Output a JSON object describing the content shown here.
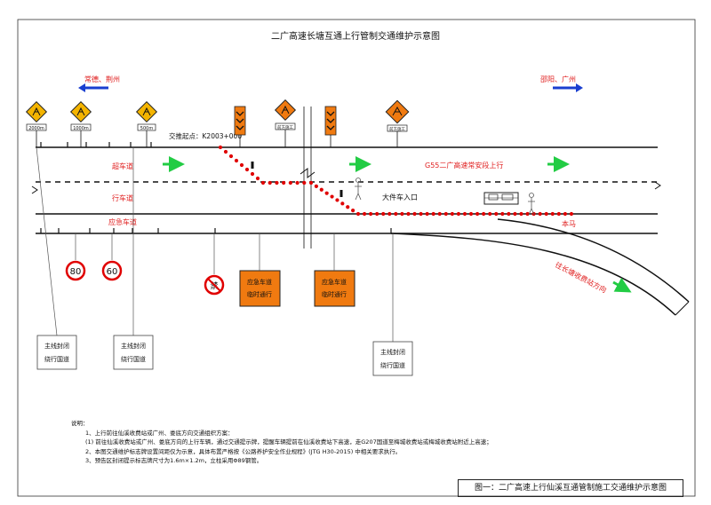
{
  "title": "二广高速长塘互通上行管制交通维护示意图",
  "directions": {
    "left": "常德、荆州",
    "right": "邵阳、广州"
  },
  "colors": {
    "direction_red": "#e02020",
    "direction_arrow_blue": "#1a3fd0",
    "cone_red": "#e00000",
    "flow_arrow_green": "#22cc44",
    "sign_orange": "#f07a10",
    "sign_yellow": "#f4b400",
    "lane_label_red": "#e02020"
  },
  "signs": {
    "distance": [
      "2000m",
      "1000m",
      "500m"
    ],
    "small_board_left": "前方施工",
    "small_board_right": "前方施工",
    "limit_80": "80",
    "limit_60": "60",
    "no_overtaking": "禁"
  },
  "start_label": "交推起点：K2003+000",
  "lanes": {
    "overtaking": "超车道",
    "driving": "行车道",
    "emergency": "应急车道"
  },
  "g55_label": "G55二广高速常安段上行",
  "large_vehicle_entrance": "大件车入口",
  "ramp_end": "本马",
  "ramp_label": "往长塘收费站方向",
  "emergency_boards": [
    {
      "line1": "应急车道",
      "line2": "临时通行"
    },
    {
      "line1": "应急车道",
      "line2": "临时通行"
    }
  ],
  "closure_boxes": [
    {
      "line1": "主线封闭",
      "line2": "绕行国道"
    },
    {
      "line1": "主线封闭",
      "line2": "绕行国道"
    },
    {
      "line1": "主线封闭",
      "line2": "绕行国道"
    }
  ],
  "notes": {
    "heading": "说明：",
    "items": [
      "1、上行前往仙溪收费站或广州、娄底方向交通组织方案：",
      "(1) 前往仙溪收费站或广州、娄底方向的上行车辆，通过交通提示牌，提醒车辆提前在仙溪收费站下高速，走G207国道至梅城收费站或梅城收费站附近上高速；",
      "2、本图交通维护标志牌设置间距仅为示意，具体布置严格按《公路养护安全作业规程》(JTG H30-2015) 中相关要求执行。",
      "3、预告区封闭提示标志牌尺寸为1.6m×1.2m，立柱采用Φ89钢管。"
    ]
  },
  "figure_caption": "图一：二广高速上行仙溪互通管制施工交通维护示意图"
}
